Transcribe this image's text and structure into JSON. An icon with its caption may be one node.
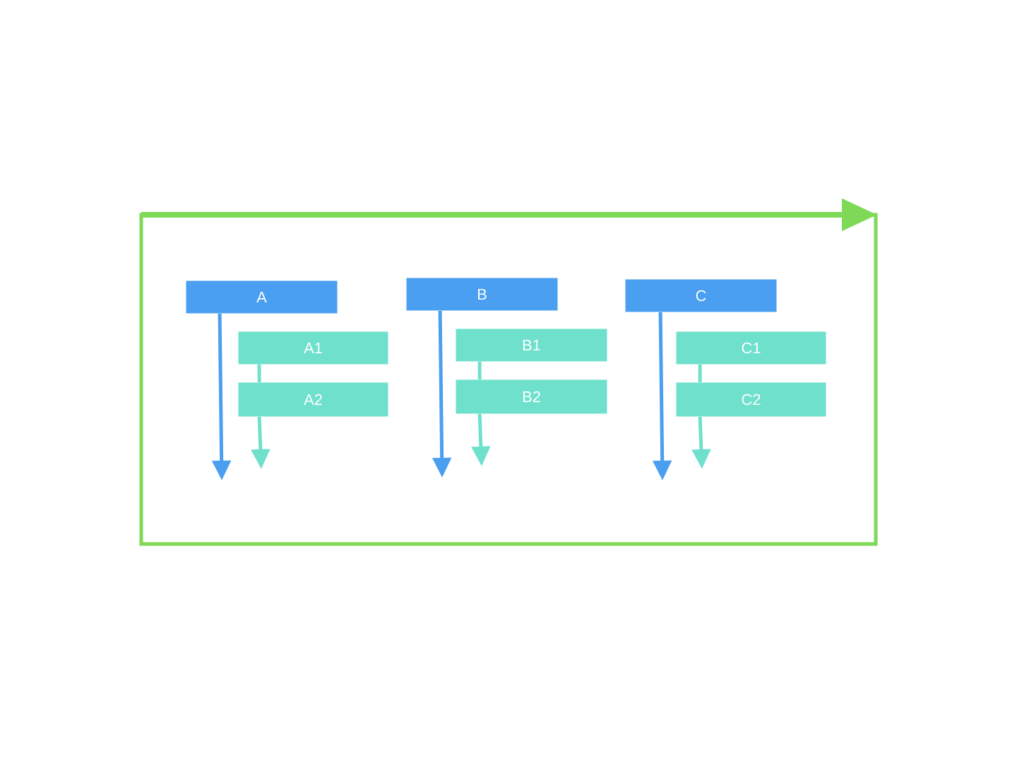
{
  "diagram": {
    "nodes": [
      {
        "text": [],
        "shape": "box"
      },
      {
        "text": [
          "A"
        ],
        "in": 0
      },
      {
        "text": [
          "A1"
        ],
        "in": 0
      },
      {
        "text": [
          "A2"
        ],
        "in": 0
      },
      {
        "text": [
          "B"
        ],
        "in": 0
      },
      {
        "text": [
          "B1"
        ],
        "in": 0
      },
      {
        "text": [
          "B2"
        ],
        "in": 0
      },
      {
        "text": [
          "C"
        ],
        "in": 0
      },
      {
        "text": [
          "C1"
        ],
        "in": 0
      },
      {
        "text": [
          "C2"
        ],
        "in": 0
      }
    ],
    "edges": [
      {
        "from": 1,
        "to": null,
        "arrow": "to",
        "color": "#4a9ff0"
      },
      {
        "from": 2,
        "to": 3,
        "arrow": "none"
      },
      {
        "from": 3,
        "to": null,
        "arrow": "to"
      },
      {
        "from": 4,
        "to": null,
        "arrow": "to",
        "color": "#4a9ff0"
      },
      {
        "from": 5,
        "to": 6,
        "arrow": "none"
      },
      {
        "from": 6,
        "to": null,
        "arrow": "to"
      },
      {
        "from": 7,
        "to": null,
        "arrow": "to",
        "color": "#4a9ff0"
      },
      {
        "from": 8,
        "to": 9,
        "arrow": "none"
      },
      {
        "from": 9,
        "to": null,
        "arrow": "to"
      }
    ]
  }
}
